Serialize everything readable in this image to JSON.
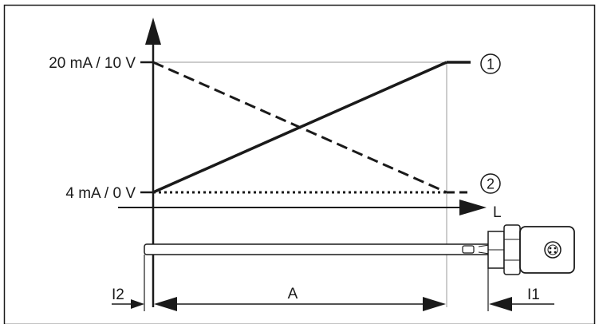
{
  "diagram": {
    "output_levels": {
      "high": "20 mA / 10 V",
      "low": "4 mA / 0 V"
    },
    "curve_markers": {
      "curve_1": "1",
      "curve_2": "2"
    },
    "axis": {
      "x_label": "L"
    },
    "dimensions": {
      "left_offset": "I2",
      "measuring_range": "A",
      "right_offset": "I1"
    }
  }
}
